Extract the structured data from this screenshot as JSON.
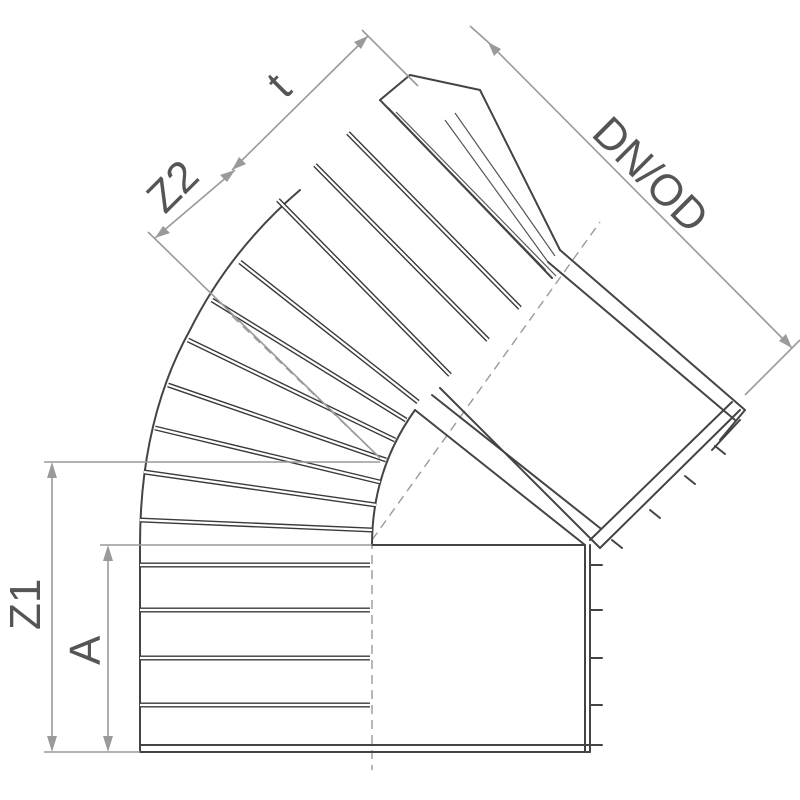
{
  "labels": {
    "dn_od": "DN/OD",
    "t": "t",
    "z2": "Z2",
    "z1": "Z1",
    "a": "A"
  }
}
